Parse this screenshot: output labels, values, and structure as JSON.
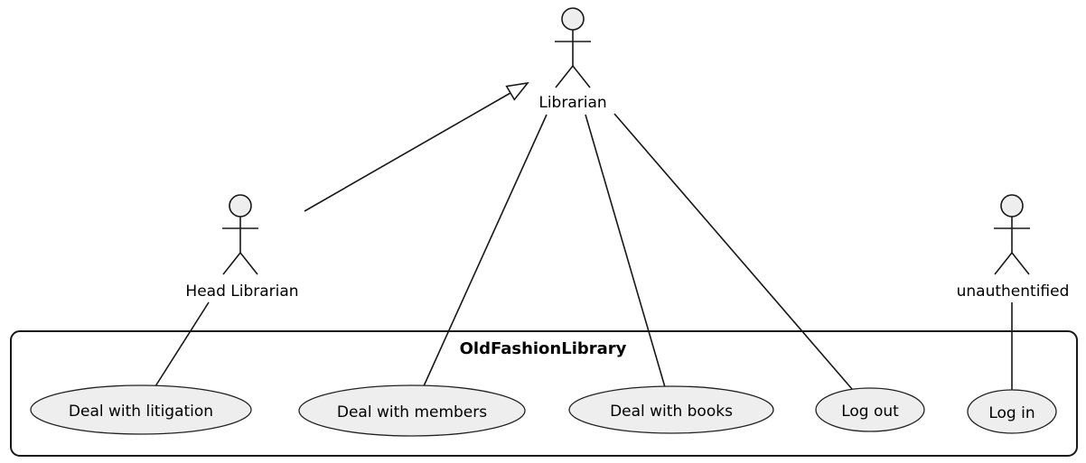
{
  "diagram": {
    "type": "uml-use-case-diagram",
    "system": {
      "name": "OldFashionLibrary"
    },
    "actors": [
      {
        "id": "librarian",
        "label": "Librarian"
      },
      {
        "id": "head-librarian",
        "label": "Head Librarian"
      },
      {
        "id": "unauthentified",
        "label": "unauthentified"
      }
    ],
    "use_cases": [
      {
        "id": "deal-with-litigation",
        "label": "Deal with litigation"
      },
      {
        "id": "deal-with-members",
        "label": "Deal with members"
      },
      {
        "id": "deal-with-books",
        "label": "Deal with books"
      },
      {
        "id": "log-out",
        "label": "Log out"
      },
      {
        "id": "log-in",
        "label": "Log in"
      }
    ],
    "relationships": [
      {
        "from": "Head Librarian",
        "to": "Librarian",
        "type": "generalization"
      },
      {
        "from": "Head Librarian",
        "to": "Deal with litigation",
        "type": "association"
      },
      {
        "from": "Librarian",
        "to": "Deal with members",
        "type": "association"
      },
      {
        "from": "Librarian",
        "to": "Deal with books",
        "type": "association"
      },
      {
        "from": "Librarian",
        "to": "Log out",
        "type": "association"
      },
      {
        "from": "unauthentified",
        "to": "Log in",
        "type": "association"
      }
    ],
    "colors": {
      "background": "#ffffff",
      "shape_fill": "#eeeeee",
      "stroke": "#181818",
      "text": "#000000"
    }
  }
}
